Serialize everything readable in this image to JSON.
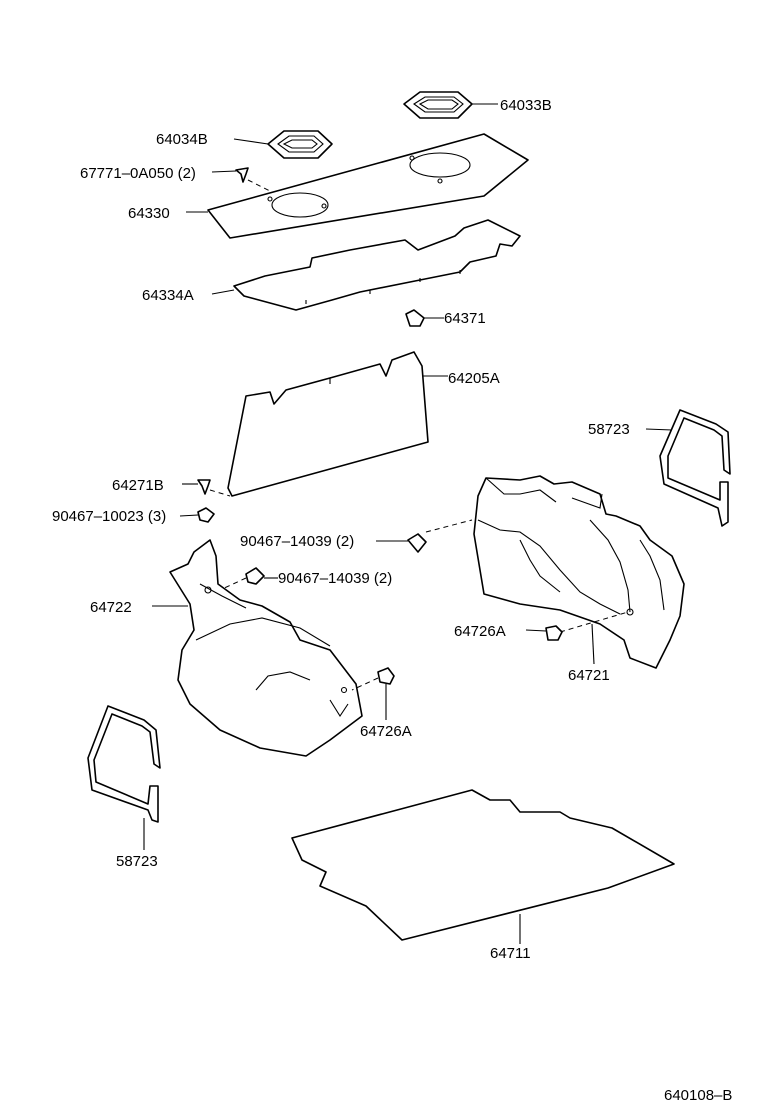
{
  "labels": {
    "p64033B": "64033B",
    "p64034B": "64034B",
    "p67771": "67771–0A050 (2)",
    "p64330": "64330",
    "p64334A": "64334A",
    "p64371": "64371",
    "p64205A": "64205A",
    "p58723_right": "58723",
    "p64271B": "64271B",
    "p90467_10023": "90467–10023 (3)",
    "p90467_14039_a": "90467–14039 (2)",
    "p90467_14039_b": "90467–14039 (2)",
    "p64722": "64722",
    "p64726A_right": "64726A",
    "p64721": "64721",
    "p64726A_left": "64726A",
    "p58723_left": "58723",
    "p64711": "64711",
    "diagram_code": "640108–B"
  }
}
